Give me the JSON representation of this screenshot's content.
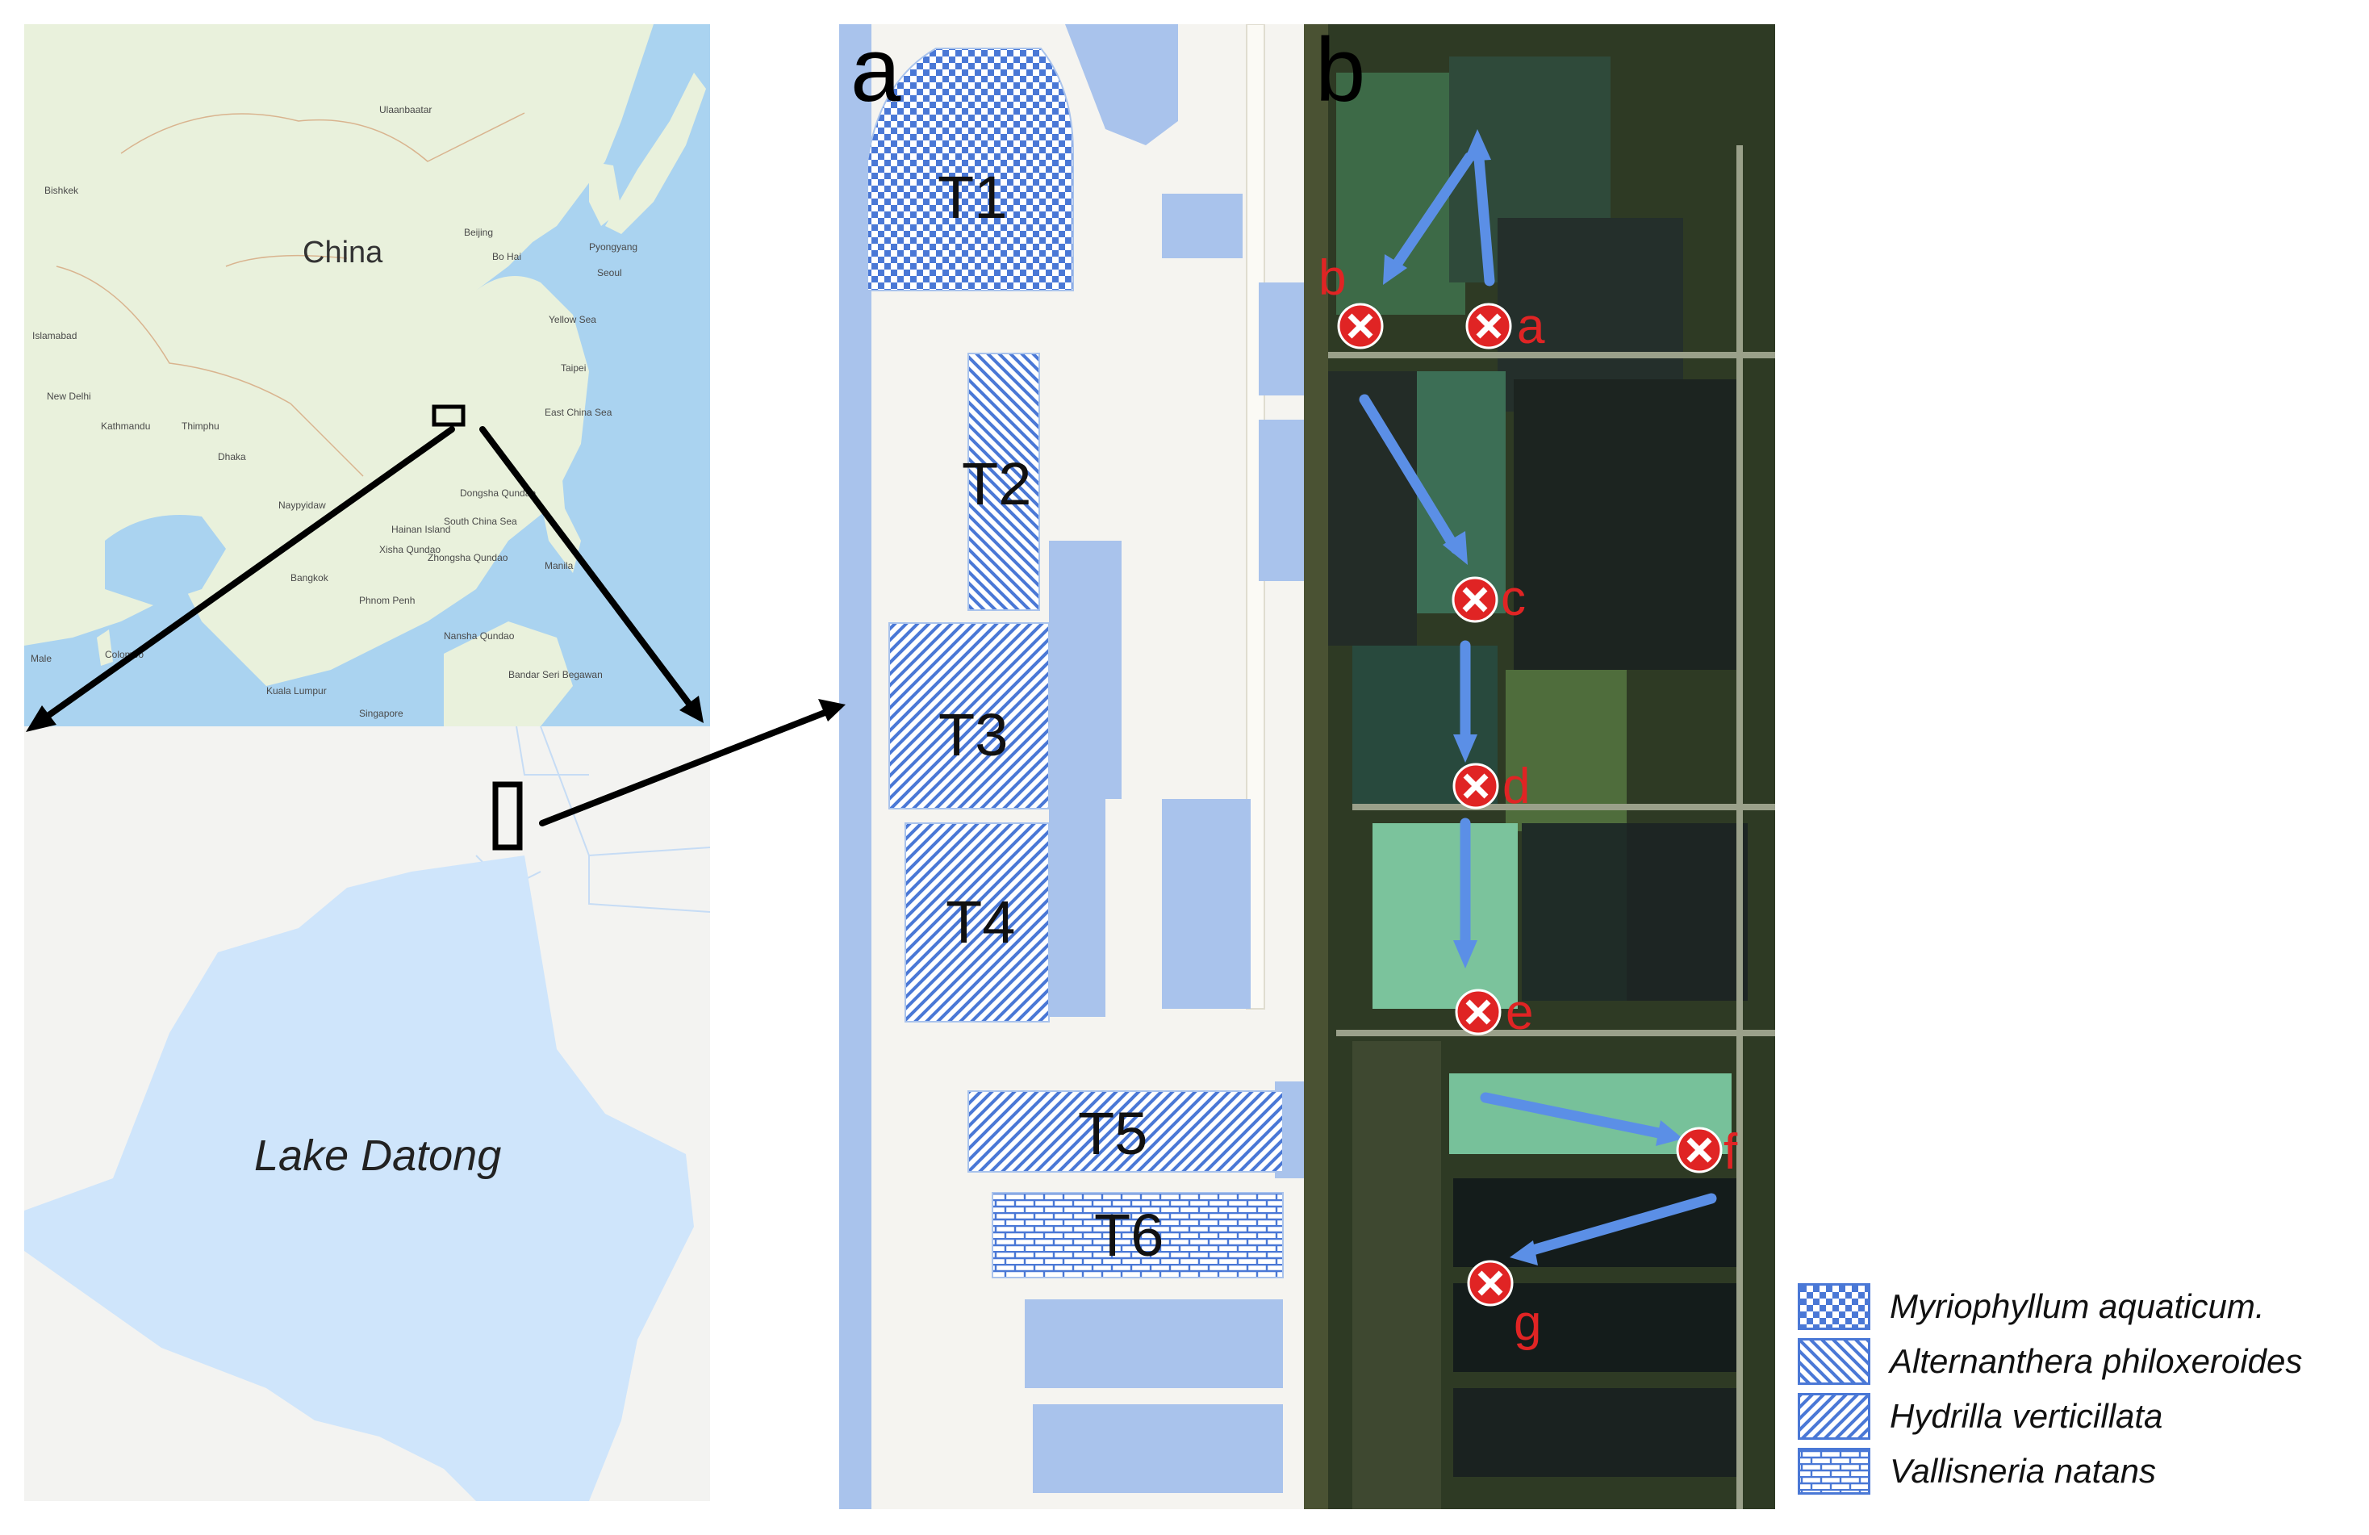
{
  "overview": {
    "country_label": "China",
    "place_labels": [
      "Ulaanbaatar",
      "Bishkek",
      "Beijing",
      "Bo Hai",
      "Pyongyang",
      "Seoul",
      "Yellow Sea",
      "Islamabad",
      "New Delhi",
      "Kathmandu",
      "Thimphu",
      "Dhaka",
      "East China Sea",
      "Naypyidaw",
      "Dongsha Qundao",
      "South China Sea",
      "Hainan Island",
      "Xisha Qundao",
      "Zhongsha Qundao",
      "Bangkok",
      "Phnom Penh",
      "Nansha Qundao",
      "Bandar Seri Begawan",
      "Kuala Lumpur",
      "Singapore",
      "Colombo",
      "Male",
      "Manila",
      "Taipei"
    ]
  },
  "lake_label": "Lake Datong",
  "panel_letters": {
    "a": "a",
    "b": "b"
  },
  "treatments": [
    "T1",
    "T2",
    "T3",
    "T4",
    "T5",
    "T6"
  ],
  "sites": [
    "a",
    "b",
    "c",
    "d",
    "e",
    "f",
    "g"
  ],
  "legend": [
    {
      "label": "Myriophyllum aquaticum.",
      "pattern": "checker"
    },
    {
      "label": "Alternanthera philoxeroides",
      "pattern": "diag-back"
    },
    {
      "label": "Hydrilla verticillata",
      "pattern": "diag-fwd"
    },
    {
      "label": "Vallisneria natans",
      "pattern": "brick"
    }
  ],
  "colors": {
    "water": "#b2cdf1",
    "pond": "#a9c3ec",
    "pattern": "#4a78d6",
    "arrow": "#5b8fe6",
    "marker": "#e02424",
    "site_text": "#e02424"
  }
}
